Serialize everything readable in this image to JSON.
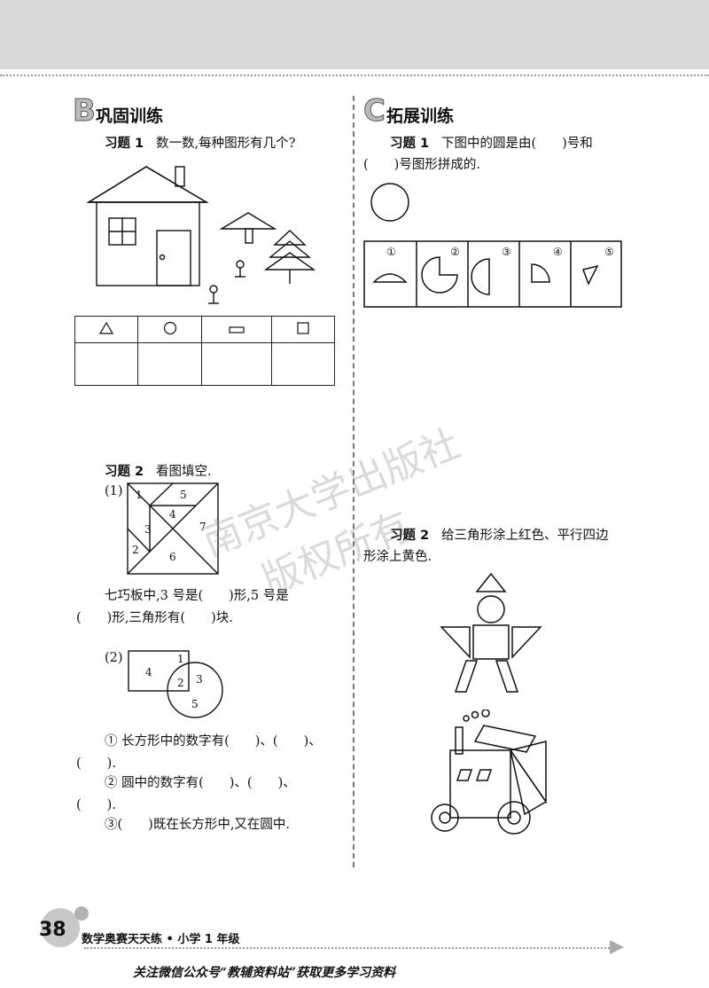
{
  "section_b": {
    "letter": "B",
    "title": "巩固训练",
    "q1": {
      "label": "习题 1",
      "text": "数一数,每种图形有几个?"
    },
    "q2": {
      "label": "习题 2",
      "text": "看图填空.",
      "part1": {
        "num": "(1)",
        "pieces": [
          "1",
          "2",
          "3",
          "4",
          "5",
          "6",
          "7"
        ],
        "line1": "七巧板中,3 号是(　　)形,5 号是",
        "line2": "(　　)形,三角形有(　　)块."
      },
      "part2": {
        "num": "(2)",
        "nums": [
          "1",
          "2",
          "3",
          "4",
          "5"
        ],
        "line1": "① 长方形中的数字有(　　)、(　　)、",
        "line2": "(　　).",
        "line3": "② 圆中的数字有(　　)、(　　)、",
        "line4": "(　　).",
        "line5": "③(　　)既在长方形中,又在圆中."
      }
    }
  },
  "section_c": {
    "letter": "C",
    "title": "拓展训练",
    "q1": {
      "label": "习题 1",
      "line1": "下图中的圆是由(　　)号和",
      "line2": "(　　)号图形拼成的.",
      "options": [
        "①",
        "②",
        "③",
        "④",
        "⑤"
      ]
    },
    "q2": {
      "label": "习题 2",
      "line1": "给三角形涂上红色、平行四边",
      "line2": "形涂上黄色."
    }
  },
  "watermark": {
    "line1": "南京大学出版社",
    "line2": "版权所有"
  },
  "footer": {
    "page_number": "38",
    "book_title": "数学奥赛天天练 • 小学 1 年级",
    "note": "关注微信公众号“教辅资料站”获取更多学习资料"
  }
}
